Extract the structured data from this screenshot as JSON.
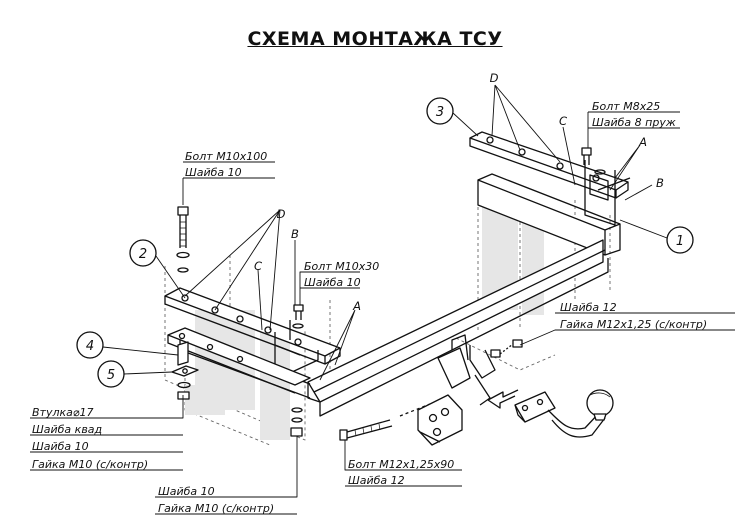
{
  "title": "СХЕМА МОНТАЖА ТСУ",
  "callouts": {
    "c1": "1",
    "c2": "2",
    "c3": "3",
    "c4": "4",
    "c5": "5"
  },
  "letters": {
    "d_top": "D",
    "c_top": "C",
    "a_top": "A",
    "b_top": "B",
    "d_left": "D",
    "c_left": "C",
    "b_left": "B",
    "a_left": "A"
  },
  "labels": {
    "bolt_m8": "Болт M8x25",
    "washer_8": "Шайба 8 пруж",
    "bolt_m10x100": "Болт M10x100",
    "washer_10_a": "Шайба 10",
    "bolt_m10x30": "Болт M10x30",
    "washer_10_b": "Шайба 10",
    "washer_12_a": "Шайба 12",
    "nut_m12": "Гайка M12x1,25 (с/контр)",
    "bushing": "Втулка⌀17",
    "washer_sq": "Шайба квад",
    "washer_10_c": "Шайба 10",
    "nut_m10_a": "Гайка M10 (с/контр)",
    "washer_10_d": "Шайба 10",
    "nut_m10_b": "Гайка M10 (с/контр)",
    "bolt_m12": "Болт M12x1,25x90",
    "washer_12_b": "Шайба 12"
  }
}
